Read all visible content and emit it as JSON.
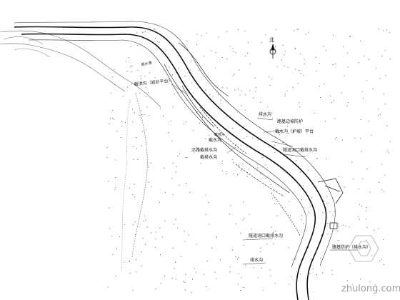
{
  "north_label": "北",
  "watermark": "zhulong.com",
  "callouts": {
    "top_left_a": "截洪沟（設計平台）",
    "top_left_b": "截水溝",
    "mid_a": "截水沟",
    "mid_b": "沿路截排水沟",
    "mid_c": "截排水沟",
    "mid_d": "截排水",
    "right_a": "排水沟",
    "right_b": "路基边坡防护",
    "right_c": "截水沟（护坡）平台",
    "right_d": "隧道洞口截排水沟",
    "bottom_a": "隧道洞口截排水沟",
    "bottom_b": "排水沟",
    "bottom_right": "路基防护（排水沟）"
  },
  "colors": {
    "line": "#1a1a1a",
    "thin": "#555555",
    "road": "#111111"
  }
}
